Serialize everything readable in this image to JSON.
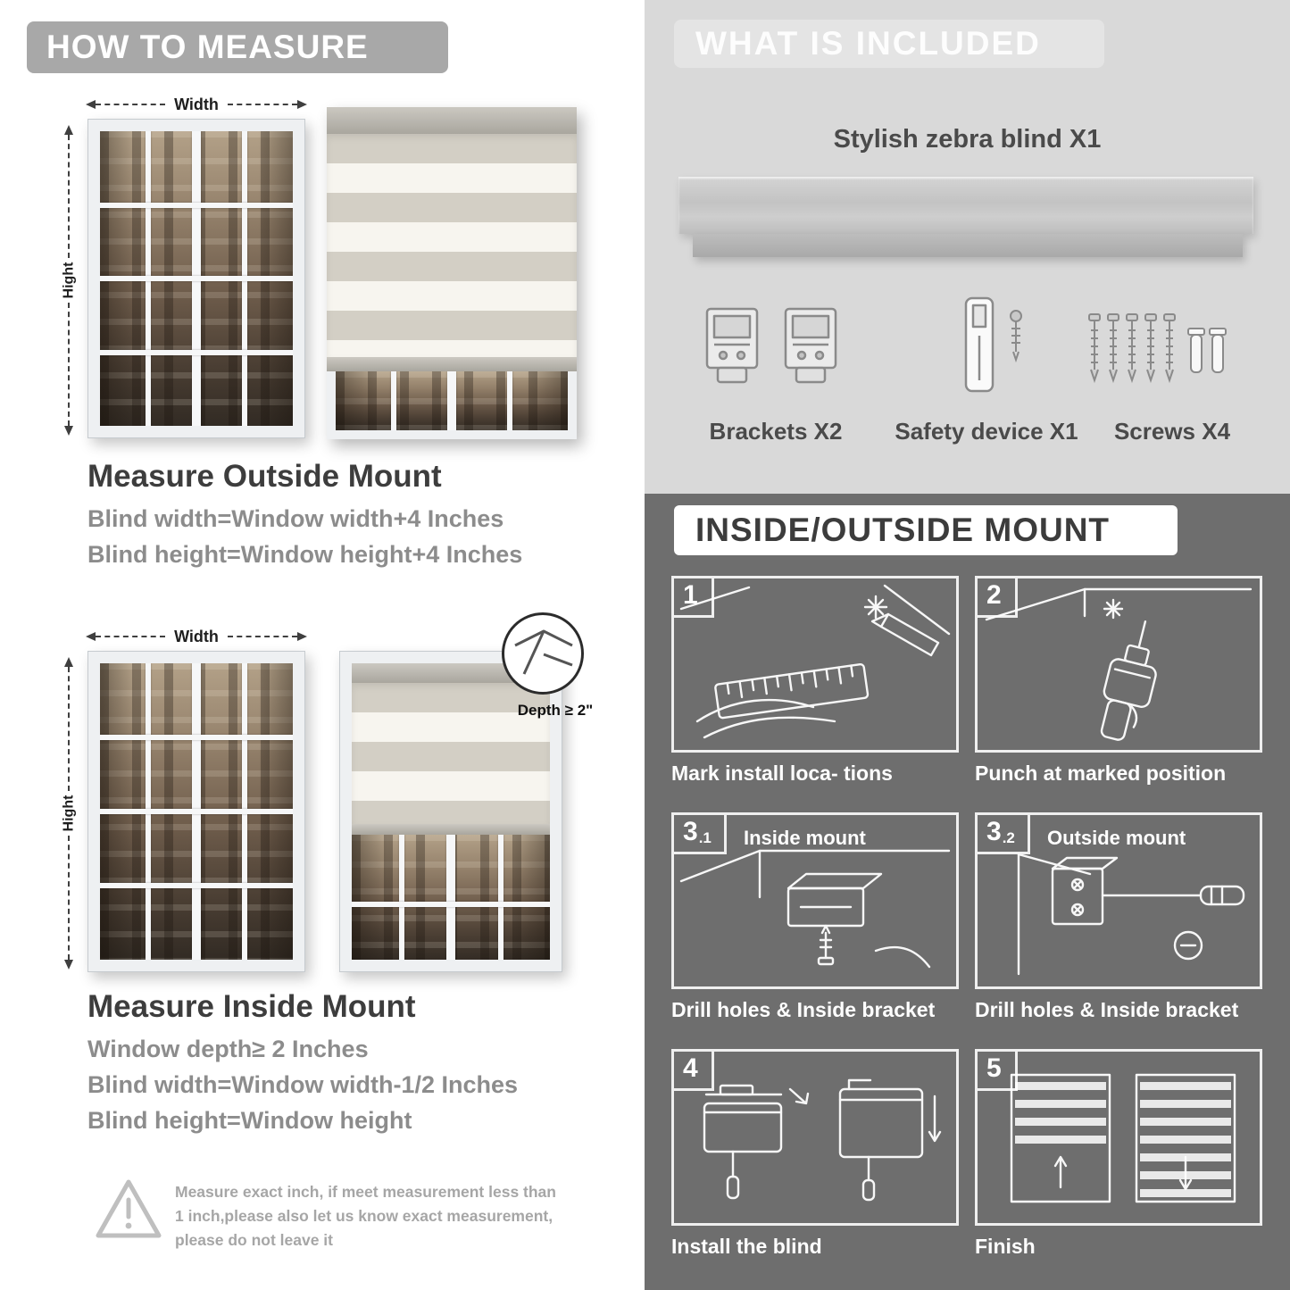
{
  "colors": {
    "badge_gray": "#a8a8a8",
    "light_section_bg": "#d9d9d9",
    "dark_section_bg": "#6e6e6e",
    "heading_text": "#3d3d3d",
    "formula_text": "#8c8c8c",
    "caption_white": "#ffffff"
  },
  "measure": {
    "header": "HOW TO MEASURE",
    "outside": {
      "width_label": "Width",
      "height_label": "Hight",
      "title": "Measure Outside Mount",
      "formula1": "Blind width=Window width+4 Inches",
      "formula2": "Blind height=Window height+4 Inches"
    },
    "inside": {
      "width_label": "Width",
      "height_label": "Hight",
      "depth_label": "Depth ≥ 2\"",
      "title": "Measure Inside Mount",
      "formula1": "Window depth≥ 2 Inches",
      "formula2": "Blind width=Window width-1/2 Inches",
      "formula3": "Blind height=Window height"
    },
    "warning_text": "Measure exact inch, if meet measurement less than 1 inch,please also let us know exact measurement, please do not leave it"
  },
  "included": {
    "header": "WHAT IS INCLUDED",
    "blind_label": "Stylish zebra blind X1",
    "items": [
      {
        "label": "Brackets X2",
        "icon": "brackets-icon"
      },
      {
        "label": "Safety device X1",
        "icon": "safety-device-icon"
      },
      {
        "label": "Screws X4",
        "icon": "screws-icon"
      }
    ]
  },
  "mount": {
    "header": "INSIDE/OUTSIDE MOUNT",
    "steps": [
      {
        "num": "1",
        "sub": "",
        "title": "",
        "caption": "Mark install loca- tions",
        "icon": "measure-mark-icon"
      },
      {
        "num": "2",
        "sub": "",
        "title": "",
        "caption": "Punch at  marked position",
        "icon": "drill-icon"
      },
      {
        "num": "3",
        "sub": ".1",
        "title": "Inside mount",
        "caption": "Drill holes &  Inside bracket",
        "icon": "inside-bracket-icon"
      },
      {
        "num": "3",
        "sub": ".2",
        "title": "Outside mount",
        "caption": "Drill holes &  Inside bracket",
        "icon": "outside-bracket-icon"
      },
      {
        "num": "4",
        "sub": "",
        "title": "",
        "caption": "Install the blind",
        "icon": "install-blind-icon"
      },
      {
        "num": "5",
        "sub": "",
        "title": "",
        "caption": "Finish",
        "icon": "finished-blind-icon"
      }
    ]
  }
}
